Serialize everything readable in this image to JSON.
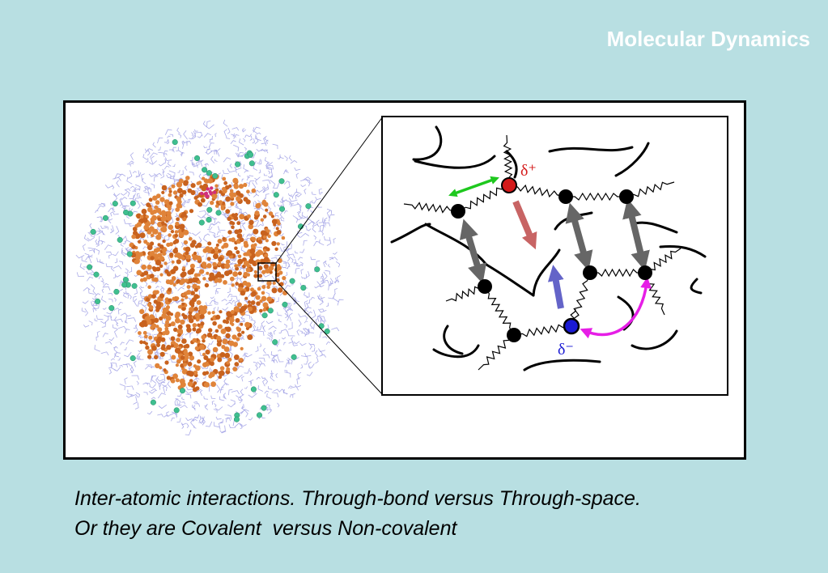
{
  "header": {
    "title": "Molecular Dynamics"
  },
  "figure": {
    "charge_positive": "δ⁺",
    "charge_negative": "δ⁻",
    "colors": {
      "water": "#8f8fe0",
      "protein": "#c8621e",
      "ion": "#3fbf8f",
      "atom": "#000000",
      "atom_positive": "#d41a1a",
      "atom_negative": "#1a1ad4",
      "covalent_arrow": "#1ec81e",
      "through_space_arrow": "#666666",
      "attraction_arrow_red": "#c86464",
      "attraction_arrow_blue": "#6464c8",
      "attraction_arrow_magenta": "#e61ee6"
    }
  },
  "caption": {
    "line1": "Inter-atomic interactions. Through-bond versus Through-space.",
    "line2": "Or they are Covalent  versus Non-covalent"
  }
}
